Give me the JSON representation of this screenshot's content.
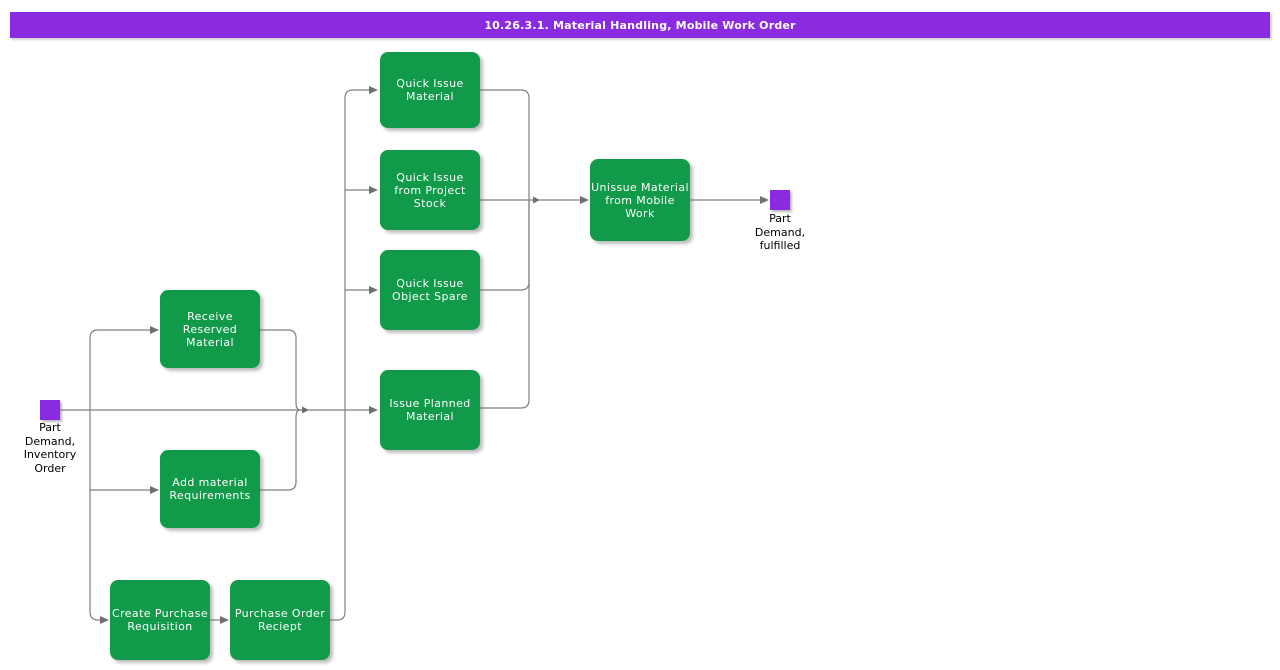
{
  "title": "10.26.3.1. Material Handling, Mobile Work Order",
  "colors": {
    "title_bar": "#8A2BE2",
    "task_fill": "#119A49",
    "event_fill": "#8A2BE2",
    "connector": "#7F7F7F",
    "task_text": "#FFFFFF",
    "label_text": "#000000",
    "background": "#FFFFFF"
  },
  "tasks": [
    {
      "id": "quick-issue-material",
      "label": "Quick Issue\nMaterial"
    },
    {
      "id": "quick-issue-from-project-stock",
      "label": "Quick Issue\nfrom Project\nStock"
    },
    {
      "id": "quick-issue-object-spare",
      "label": "Quick Issue\nObject Spare"
    },
    {
      "id": "issue-planned-material",
      "label": "Issue Planned\nMaterial"
    },
    {
      "id": "receive-reserved-material",
      "label": "Receive\nReserved\nMaterial"
    },
    {
      "id": "add-material-requirements",
      "label": "Add material\nRequirements"
    },
    {
      "id": "create-purchase-requisition",
      "label": "Create Purchase\nRequisition"
    },
    {
      "id": "purchase-order-reciept",
      "label": "Purchase Order\nReciept"
    },
    {
      "id": "unissue-material-from-mobile-work",
      "label": "Unissue Material\nfrom Mobile\nWork"
    }
  ],
  "events": [
    {
      "id": "start",
      "label": "Part\nDemand,\nInventory\nOrder"
    },
    {
      "id": "end",
      "label": "Part\nDemand,\nfulfilled"
    }
  ]
}
